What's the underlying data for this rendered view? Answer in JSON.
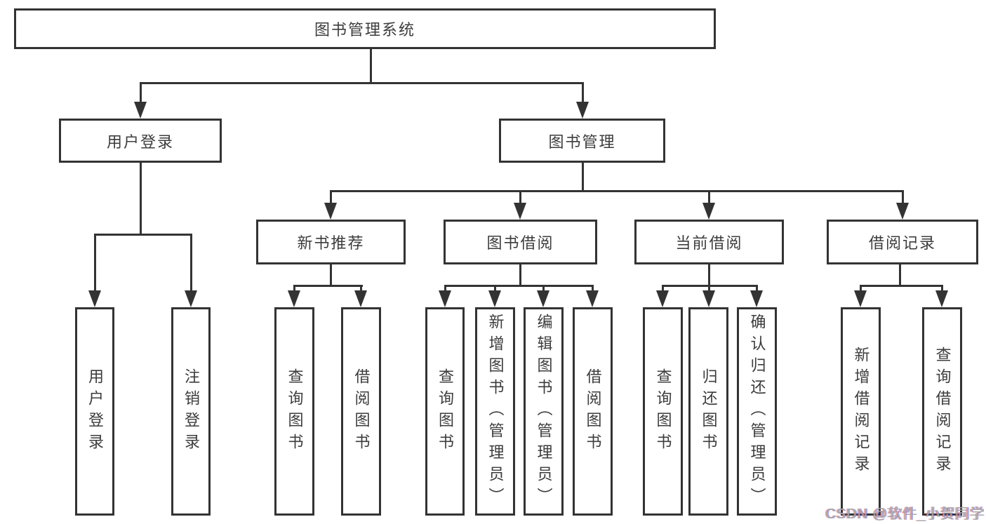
{
  "colors": {
    "line": "#333333",
    "text": "#3c3c3c",
    "background": "#ffffff",
    "watermark": "#a8a8a8"
  },
  "tree": {
    "root": {
      "label": "图书管理系统"
    },
    "branches": [
      {
        "label": "用户登录",
        "children": [
          "用户登录",
          "注销登录"
        ]
      },
      {
        "label": "图书管理",
        "sections": [
          {
            "label": "新书推荐",
            "children": [
              "查询图书",
              "借阅图书"
            ]
          },
          {
            "label": "图书借阅",
            "children": [
              "查询图书",
              "新增图书（管理员）",
              "编辑图书（管理员）",
              "借阅图书"
            ]
          },
          {
            "label": "当前借阅",
            "children": [
              "查询图书",
              "归还图书",
              "确认归还（管理员）"
            ]
          },
          {
            "label": "借阅记录",
            "children": [
              "新增借阅记录",
              "查询借阅记录"
            ]
          }
        ]
      }
    ]
  },
  "watermark": {
    "text": "CSDN @软件_小贺同学"
  }
}
